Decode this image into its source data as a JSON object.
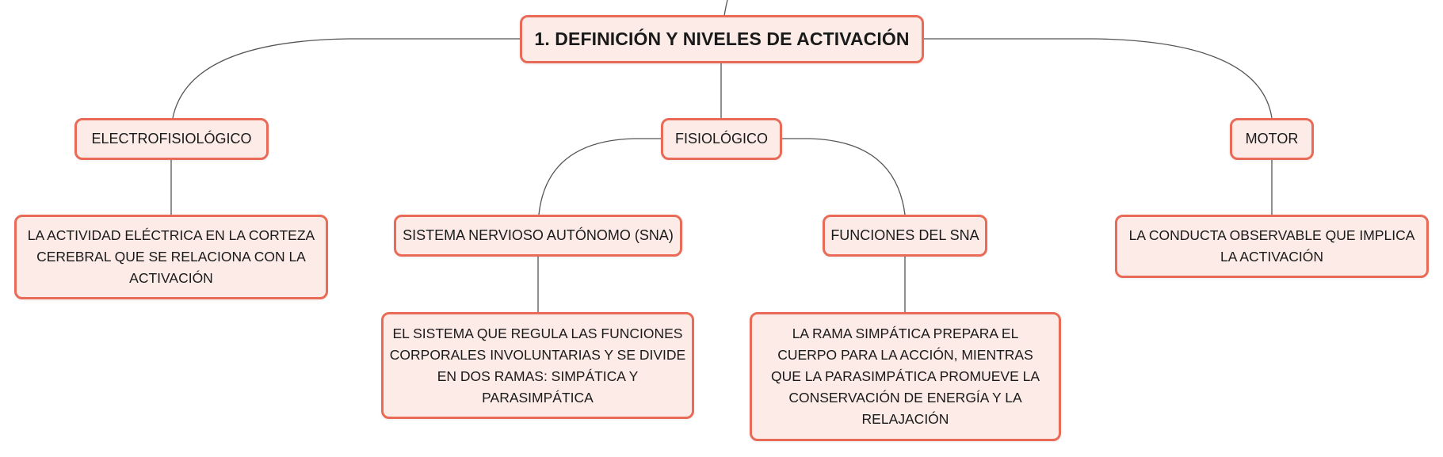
{
  "colors": {
    "node_fill": "#fcebe6",
    "node_border": "#e96b57",
    "connector": "#555555",
    "text": "#1a1a1a"
  },
  "root": {
    "label": "1. DEFINICIÓN Y NIVELES DE ACTIVACIÓN"
  },
  "branches": {
    "electro": {
      "label": "ELECTROFISIOLÓGICO",
      "detail": "LA ACTIVIDAD ELÉCTRICA EN LA CORTEZA CEREBRAL QUE SE RELACIONA CON LA ACTIVACIÓN"
    },
    "fisio": {
      "label": "FISIOLÓGICO",
      "sna": {
        "label": "SISTEMA NERVIOSO AUTÓNOMO (SNA)",
        "detail": "EL SISTEMA QUE REGULA LAS FUNCIONES CORPORALES INVOLUNTARIAS Y SE DIVIDE EN DOS RAMAS: SIMPÁTICA Y PARASIMPÁTICA"
      },
      "funciones": {
        "label": "FUNCIONES DEL SNA",
        "detail": "LA RAMA SIMPÁTICA PREPARA EL CUERPO PARA LA ACCIÓN, MIENTRAS QUE LA PARASIMPÁTICA PROMUEVE LA CONSERVACIÓN DE ENERGÍA Y LA RELAJACIÓN"
      }
    },
    "motor": {
      "label": "MOTOR",
      "detail": "LA CONDUCTA OBSERVABLE QUE IMPLICA LA ACTIVACIÓN"
    }
  }
}
